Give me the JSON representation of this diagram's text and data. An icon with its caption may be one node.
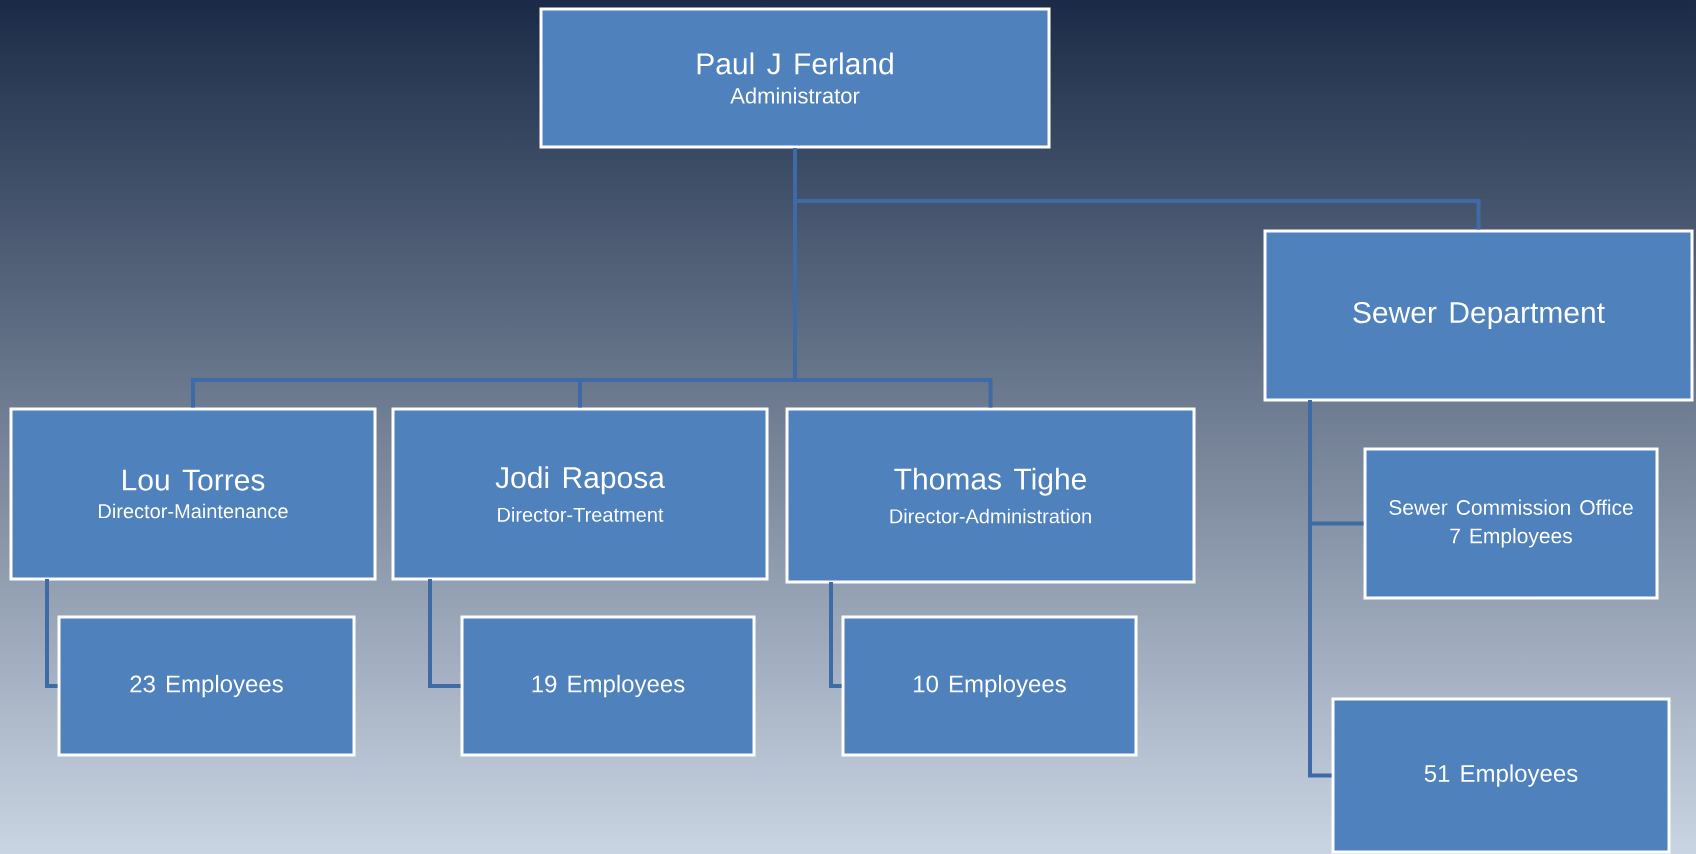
{
  "diagram": {
    "nodes": [
      {
        "text": [
          "Paul J Ferland",
          "Administrator"
        ]
      },
      {
        "text": [
          "Lou Torres",
          "Director-Maintenance"
        ]
      },
      {
        "text": [
          "Jodi Raposa",
          "Director-Treatment"
        ]
      },
      {
        "text": [
          "Thomas Tighe",
          "Director-Administration"
        ]
      },
      {
        "text": [
          "Sewer Department"
        ]
      },
      {
        "text": [
          "23 Employees"
        ]
      },
      {
        "text": [
          "19 Employees"
        ]
      },
      {
        "text": [
          "10 Employees"
        ]
      },
      {
        "text": [
          "Sewer Commission Office",
          "7 Employees"
        ]
      },
      {
        "text": [
          "51 Employees"
        ]
      }
    ],
    "edges": [
      {
        "from": 0,
        "to": 1,
        "arrow": "none"
      },
      {
        "from": 0,
        "to": 2,
        "arrow": "none"
      },
      {
        "from": 0,
        "to": 3,
        "arrow": "none"
      },
      {
        "from": 0,
        "to": 4,
        "arrow": "none"
      },
      {
        "from": 1,
        "to": 5,
        "arrow": "none"
      },
      {
        "from": 2,
        "to": 6,
        "arrow": "none"
      },
      {
        "from": 3,
        "to": 7,
        "arrow": "none"
      },
      {
        "from": 4,
        "to": 8,
        "arrow": "none"
      },
      {
        "from": 4,
        "to": 9,
        "arrow": "none"
      }
    ]
  }
}
